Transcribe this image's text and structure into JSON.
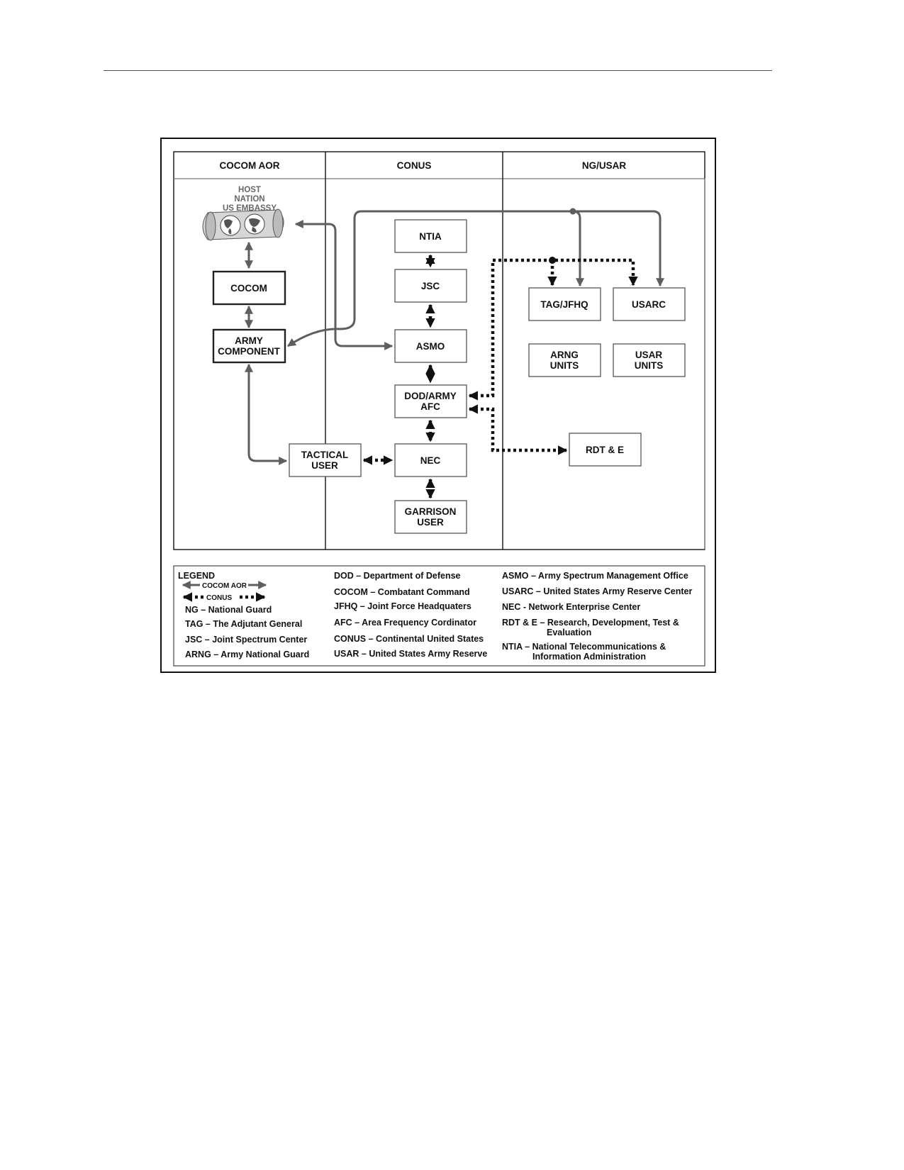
{
  "columns": [
    "COCOM AOR",
    "CONUS",
    "NG/USAR"
  ],
  "host_nation": [
    "HOST",
    "NATION",
    "US EMBASSY"
  ],
  "nodes": {
    "cocom": [
      "COCOM"
    ],
    "army_component": [
      "ARMY",
      "COMPONENT"
    ],
    "tactical_user": [
      "TACTICAL",
      "USER"
    ],
    "ntia": [
      "NTIA"
    ],
    "jsc": [
      "JSC"
    ],
    "asmo": [
      "ASMO"
    ],
    "dod_army_afc": [
      "DOD/ARMY",
      "AFC"
    ],
    "nec": [
      "NEC"
    ],
    "garrison_user": [
      "GARRISON",
      "USER"
    ],
    "tag_jfhq": [
      "TAG/JFHQ"
    ],
    "usarc": [
      "USARC"
    ],
    "arng_units": [
      "ARNG",
      "UNITS"
    ],
    "usar_units": [
      "USAR",
      "UNITS"
    ],
    "rdte": [
      "RDT & E"
    ]
  },
  "legend": {
    "title": "LEGEND",
    "key_cocom": "COCOM AOR",
    "key_conus": "CONUS",
    "col1": [
      "NG – National Guard",
      "TAG – The Adjutant General",
      "JSC – Joint Spectrum Center",
      "ARNG – Army National Guard"
    ],
    "col2": [
      "DOD – Department of Defense",
      "COCOM – Combatant Command",
      "JFHQ – Joint Force Headquaters",
      "AFC – Area Frequency Cordinator",
      "CONUS – Continental United States",
      "USAR – United States Army Reserve"
    ],
    "col3": [
      "ASMO – Army Spectrum Management Office",
      "USARC – United States Army Reserve Center",
      "NEC - Network Enterprise Center",
      "RDT & E – Research, Development, Test &",
      "Evaluation",
      "NTIA – National Telecommunications &",
      "Information Administration"
    ]
  },
  "colors": {
    "solid_line": "#5e5e5e",
    "dotted_line": "#111111",
    "box_stroke": "#555555"
  },
  "icons": {
    "host_nation": "world-map-scroll-icon"
  }
}
